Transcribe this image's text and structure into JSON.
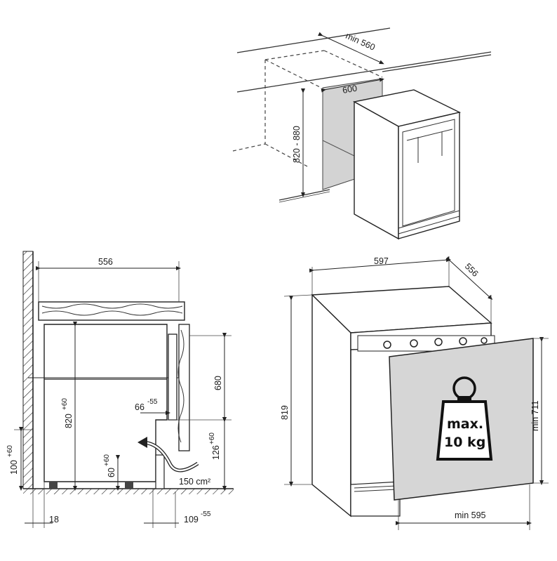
{
  "top_view": {
    "dim_min_560": "min 560",
    "dim_600": "600",
    "dim_820_880": "820 - 880"
  },
  "side_section": {
    "dim_556": "556",
    "dim_680": "680",
    "dim_820": "820",
    "dim_820_sup": "+60",
    "dim_66": "66",
    "dim_66_sup": "-55",
    "dim_126": "126",
    "dim_126_sup": "+60",
    "dim_100": "100",
    "dim_100_sup": "+60",
    "dim_60": "60",
    "dim_60_sup": "+60",
    "ventilation": "150 cm²",
    "dim_18": "18",
    "dim_109": "109",
    "dim_109_sup": "-55"
  },
  "front_view": {
    "dim_597": "597",
    "dim_556": "556",
    "dim_819": "819",
    "dim_min_711": "min 711",
    "dim_min_595": "min 595",
    "weight_line1": "max.",
    "weight_line2": "10 kg"
  }
}
